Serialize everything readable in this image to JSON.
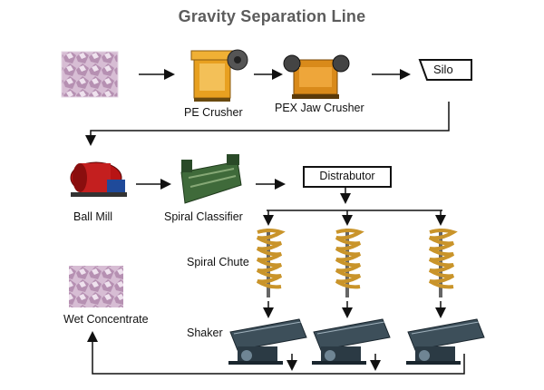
{
  "title": "Gravity Separation Line",
  "labels": {
    "pe_crusher": "PE Crusher",
    "pex_jaw_crusher": "PEX Jaw Crusher",
    "silo": "Silo",
    "ball_mill": "Ball Mill",
    "spiral_classifier": "Spiral Classifier",
    "distributor": "Distrabutor",
    "spiral_chute": "Spiral Chute",
    "wet_concentrate": "Wet Concentrate",
    "shaker": "Shaker"
  },
  "colors": {
    "arrow": "#111111",
    "crusher_orange": "#e8a020",
    "jaw_orange": "#d98a1a",
    "mill_red": "#b81414",
    "classifier_green": "#3f6a3a",
    "chute_gold": "#c9942a",
    "shaker_dark": "#2b3a44",
    "ore_pink": "#c9a8c6"
  },
  "icons": [
    "ore-image",
    "pe-crusher-image",
    "pex-jaw-crusher-image",
    "ball-mill-image",
    "spiral-classifier-image",
    "spiral-chute-image",
    "shaker-table-image",
    "concentrate-image"
  ]
}
